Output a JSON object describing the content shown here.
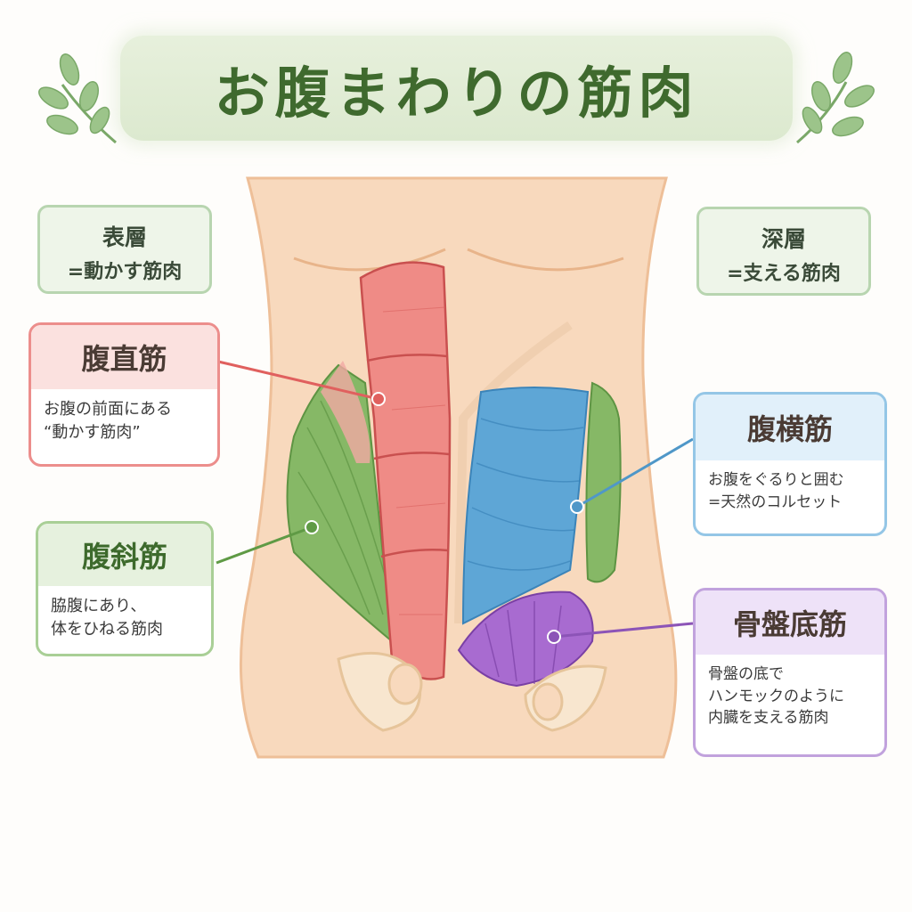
{
  "title": "お腹まわりの筋肉",
  "layers": {
    "surface": {
      "label": "表層",
      "note": "=動かす筋肉"
    },
    "deep": {
      "label": "深層",
      "note": "=支える筋肉"
    }
  },
  "muscles": {
    "rectus": {
      "name": "腹直筋",
      "line1": "お腹の前面にある",
      "line2": "“動かす筋肉”",
      "color": "#e8706e"
    },
    "oblique": {
      "name": "腹斜筋",
      "line1": "脇腹にあり、",
      "line2": "体をひねる筋肉",
      "color": "#6fae4f"
    },
    "transverse": {
      "name": "腹横筋",
      "line1": "お腹をぐるりと囲む",
      "line2": "=天然のコルセット",
      "color": "#5ea6d6"
    },
    "pelvic": {
      "name": "骨盤底筋",
      "line1": "骨盤の底で",
      "line2": "ハンモックのように",
      "line3": "内臓を支える筋肉",
      "color": "#9b5fc7"
    }
  }
}
